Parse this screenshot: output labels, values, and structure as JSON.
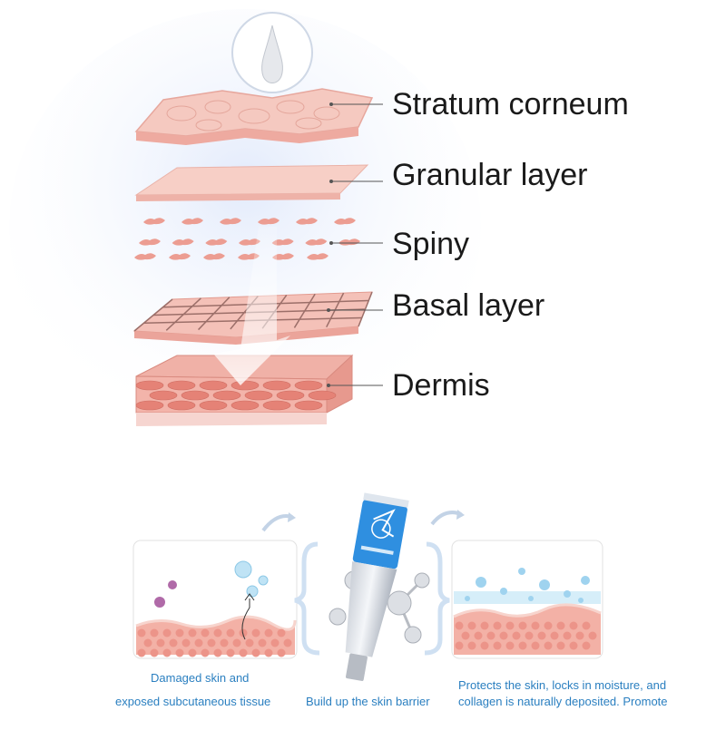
{
  "layers": [
    {
      "label": "Stratum corneum"
    },
    {
      "label": "Granular layer"
    },
    {
      "label": "Spiny"
    },
    {
      "label": "Basal layer"
    },
    {
      "label": "Dermis"
    }
  ],
  "captions": {
    "damaged_line1": "Damaged skin and",
    "damaged_line2": "exposed subcutaneous tissue",
    "barrier": "Build up the skin barrier",
    "protect_line1": "Protects the skin, locks in moisture, and",
    "protect_line2": "collagen is naturally deposited. Promote"
  },
  "colors": {
    "skin": "#f3b7ae",
    "skin_dark": "#e9968c",
    "caption_blue": "#2a7fc0",
    "tube_blue": "#2f8fe0"
  }
}
